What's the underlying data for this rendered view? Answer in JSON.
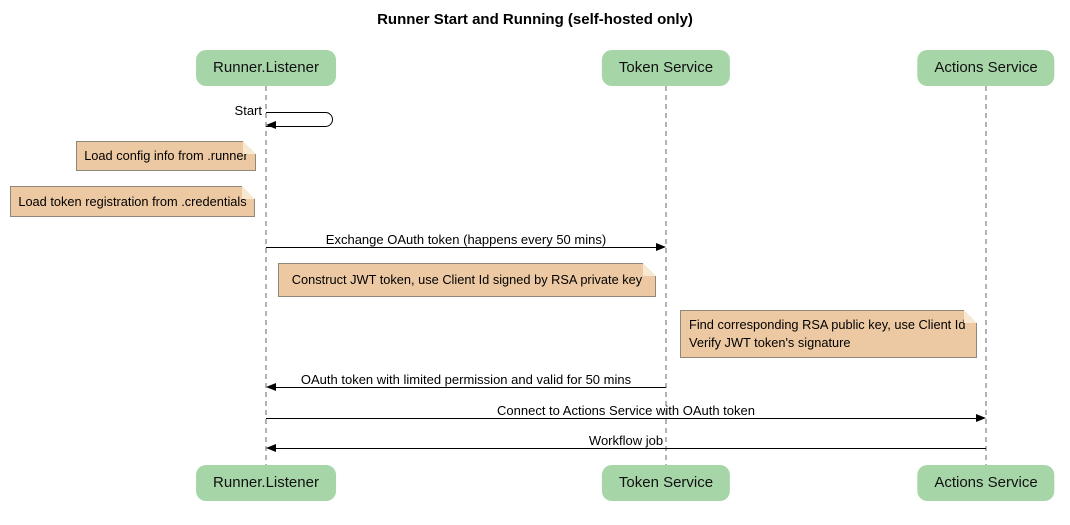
{
  "diagram": {
    "title": "Runner Start and Running (self-hosted only)",
    "participants": [
      {
        "name": "Runner.Listener"
      },
      {
        "name": "Token Service"
      },
      {
        "name": "Actions Service"
      }
    ],
    "messages": [
      {
        "label": "Start",
        "from": "Runner.Listener",
        "to": "Runner.Listener",
        "kind": "self"
      },
      {
        "label": "Exchange OAuth token (happens every 50 mins)",
        "from": "Runner.Listener",
        "to": "Token Service",
        "kind": "arrow"
      },
      {
        "label": "OAuth token with limited permission and valid for 50 mins",
        "from": "Token Service",
        "to": "Runner.Listener",
        "kind": "arrow"
      },
      {
        "label": "Connect to Actions Service with OAuth token",
        "from": "Runner.Listener",
        "to": "Actions Service",
        "kind": "arrow"
      },
      {
        "label": "Workflow job",
        "from": "Actions Service",
        "to": "Runner.Listener",
        "kind": "arrow"
      }
    ],
    "notes": [
      {
        "position": "left of Runner.Listener",
        "lines": [
          "Load config info from .runner"
        ]
      },
      {
        "position": "left of Runner.Listener",
        "lines": [
          "Load token registration from .credentials"
        ]
      },
      {
        "position": "between Runner.Listener and Token Service",
        "lines": [
          "Construct JWT token, use Client Id signed by RSA private key"
        ]
      },
      {
        "position": "right of Token Service",
        "lines": [
          "Find corresponding RSA public key, use Client Id",
          "Verify JWT token's signature"
        ]
      }
    ],
    "colors": {
      "participant_fill": "#a6d5a8",
      "participant_text": "#111111",
      "note_fill": "#edc9a3",
      "note_border": "#8f887a",
      "note_fold": "#f7e8d2",
      "lifeline": "#b3b3b3",
      "arrow": "#000000",
      "text": "#000000",
      "background": "#ffffff"
    }
  }
}
